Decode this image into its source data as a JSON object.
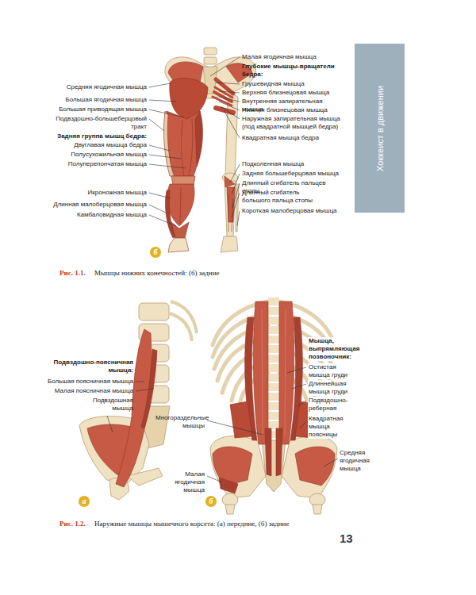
{
  "diagram": {
    "nodes": [
      {
        "text": [
          "Хоккеист в движении"
        ]
      }
    ],
    "labels": [
      "Средняя ягодичная мышца",
      "Большая ягодичная мышца",
      "Большая приводящая мышца",
      "Подвздошно-большеберцовый тракт",
      "Задняя группа мышц бедра:",
      "Двуглавая мышца бедра",
      "Полусухожильная мышца",
      "Полуперепончатая мышца",
      "Икроножная мышца",
      "Длинная малоберцовая мышца",
      "Камбаловидная мышца",
      "Малая ягодичная мышца",
      "Глубокие мышцы-вращатели бедра:",
      "Грушевидная мышца",
      "Верхняя близнецовая мышца",
      "Внутренняя запирательная мышца",
      "Нижняя близнецовая мышца",
      "Наружная запирательная мышца (под квадратной мышцей бедра)",
      "Квадратная мышца бедра",
      "Подколенная мышца",
      "Задняя большеберцовая мышца",
      "Длинный сгибатель пальцев стопы",
      "Длинный сгибатель большого пальца стопы",
      "Короткая малоберцовая мышца",
      "б",
      "Рис. 1.1.",
      "Мышцы нижних конечностей: (б) задние",
      "Подвздошно-поясничная мышца:",
      "Большая поясничная мышца",
      "Малая поясничная мышца",
      "Подвздошная мышца",
      "а",
      "Мышца, выпрямляющая позвоночник:",
      "Остистая мышца груди",
      "Длиннейшая мышца груди",
      "Подвздошно-реберная мышца",
      "Квадратная мышца поясницы",
      "Средняя ягодичная мышца",
      "Многораздельные мышцы",
      "Малая ягодичная мышца",
      "б",
      "Рис. 1.2.",
      "Наружные мышцы мышечного корсета: (а) передние, (б) задние",
      "13"
    ]
  }
}
